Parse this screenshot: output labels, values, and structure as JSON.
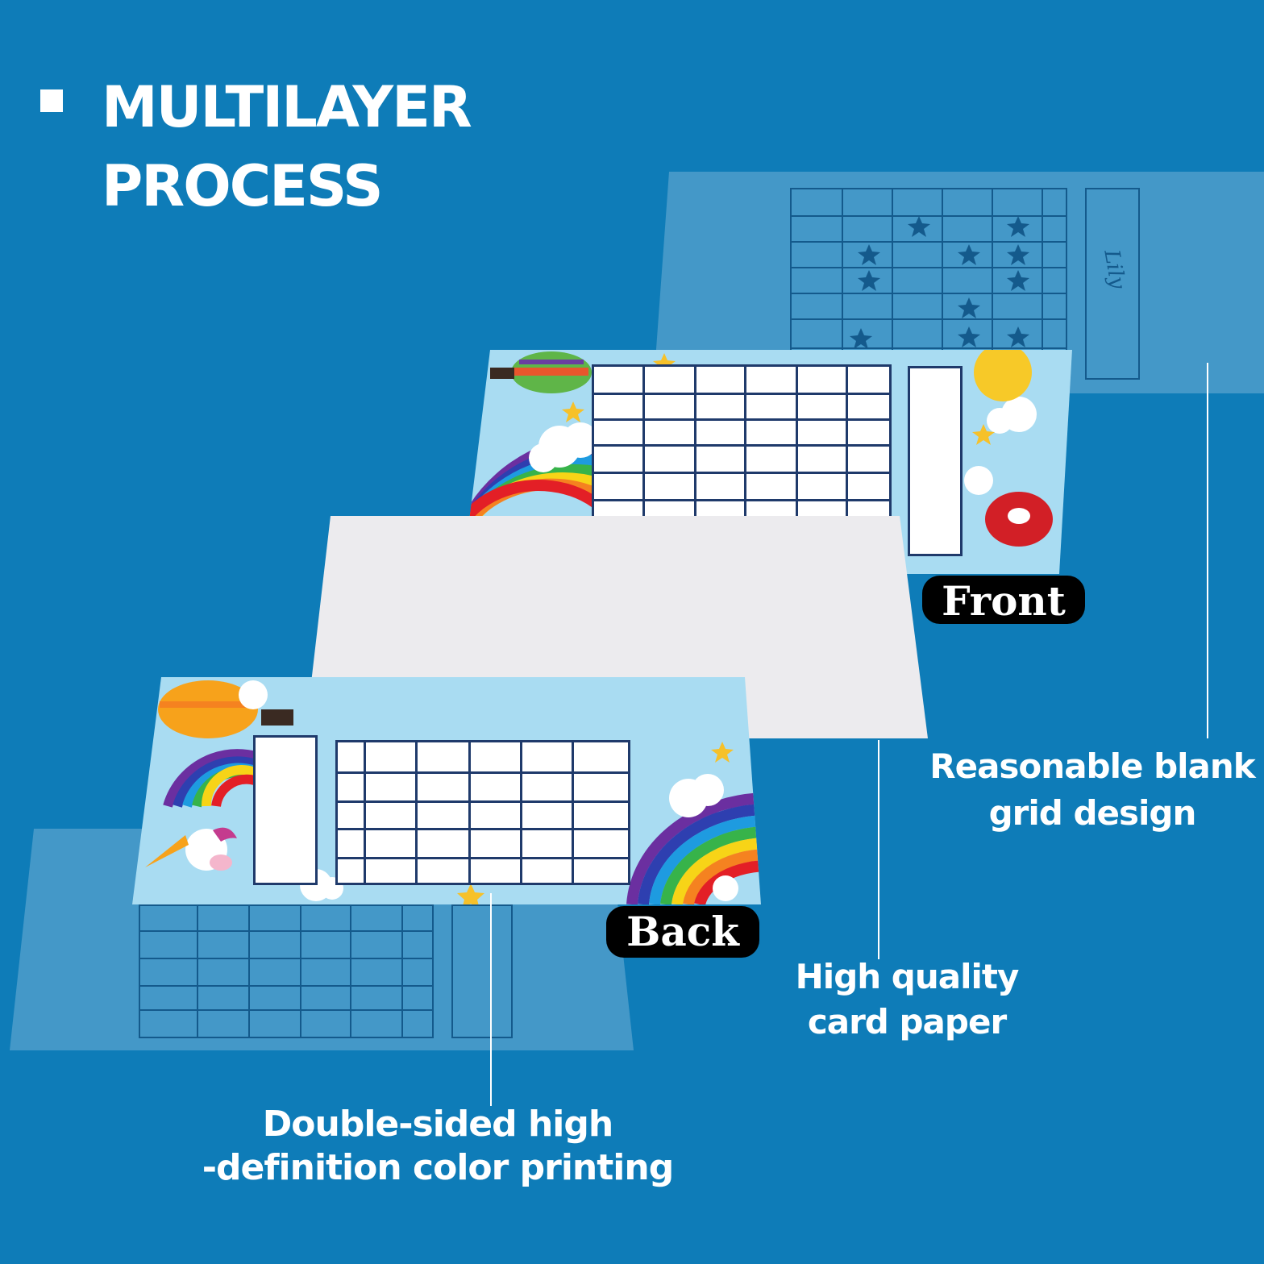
{
  "heading": {
    "line1": "MULTILAYER",
    "line2": "PROCESS"
  },
  "labels": {
    "front": "Front",
    "back": "Back"
  },
  "captions": {
    "grid_design": {
      "line1": "Reasonable blank",
      "line2": "grid design"
    },
    "card_paper": {
      "line1": "High quality",
      "line2": "card paper"
    },
    "printing": {
      "line1": "Double-sided high",
      "line2": "-definition color printing"
    }
  },
  "overlay_name": "Lily",
  "colors": {
    "background": "#0e7cb8",
    "text": "#ffffff",
    "label_bg": "#000000",
    "card_sky": "#a9dcf2",
    "grid_line": "#1f3a6b",
    "card_paper": "#ecebee"
  },
  "icons": [
    "star-icon",
    "rainbow-icon",
    "cloud-icon",
    "hot-air-balloon-icon",
    "sun-icon",
    "airplane-icon",
    "unicorn-icon"
  ]
}
